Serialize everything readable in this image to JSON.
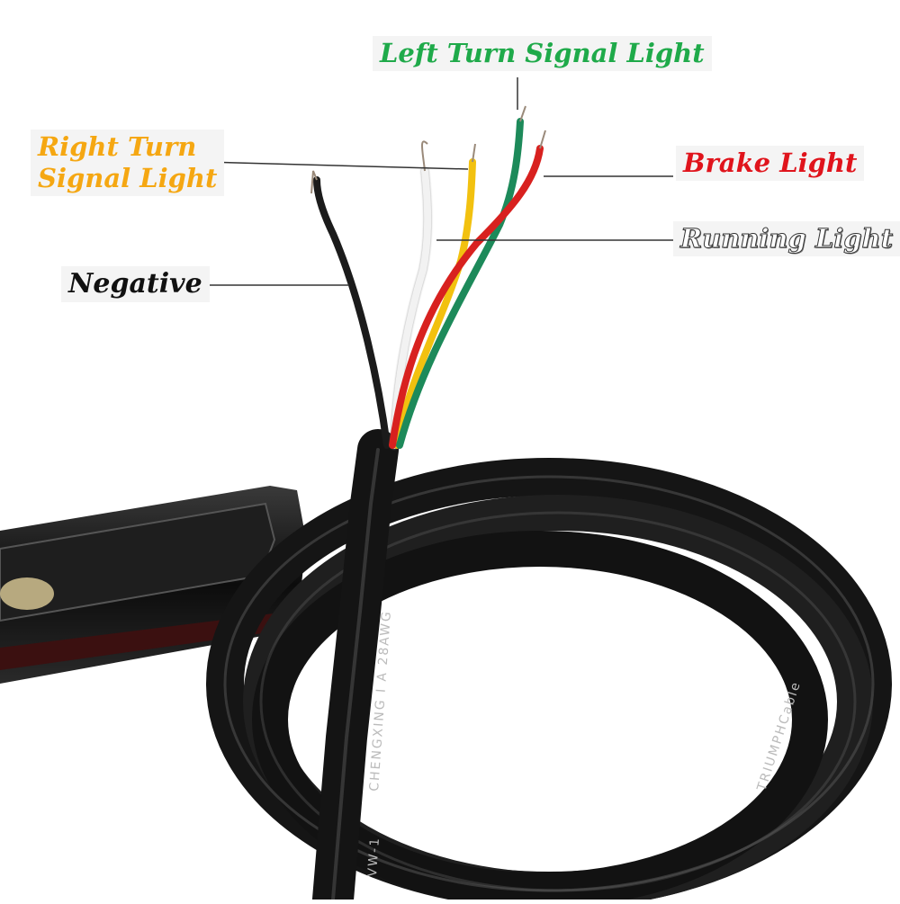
{
  "labels": {
    "left_turn": {
      "text": "Left Turn Signal Light",
      "color": "#1faa4a"
    },
    "right_turn_line1": {
      "text": "Right Turn",
      "color": "#f5a712"
    },
    "right_turn_line2": {
      "text": "Signal Light",
      "color": "#f5a712"
    },
    "brake": {
      "text": "Brake Light",
      "color": "#e0141c"
    },
    "running": {
      "text": "Running Light",
      "color": "#ffffff"
    },
    "negative": {
      "text": "Negative",
      "color": "#111111"
    }
  },
  "cable_print": {
    "text_1": "CHENGXING  I  A  28AWG",
    "text_2": "VW-1",
    "text_3": "TRIUMPHCable"
  },
  "wire_colors": {
    "black": "#1b1b1b",
    "white": "#f2f2f2",
    "yellow": "#f2c10f",
    "green": "#1d8a5a",
    "red": "#d8211f"
  }
}
